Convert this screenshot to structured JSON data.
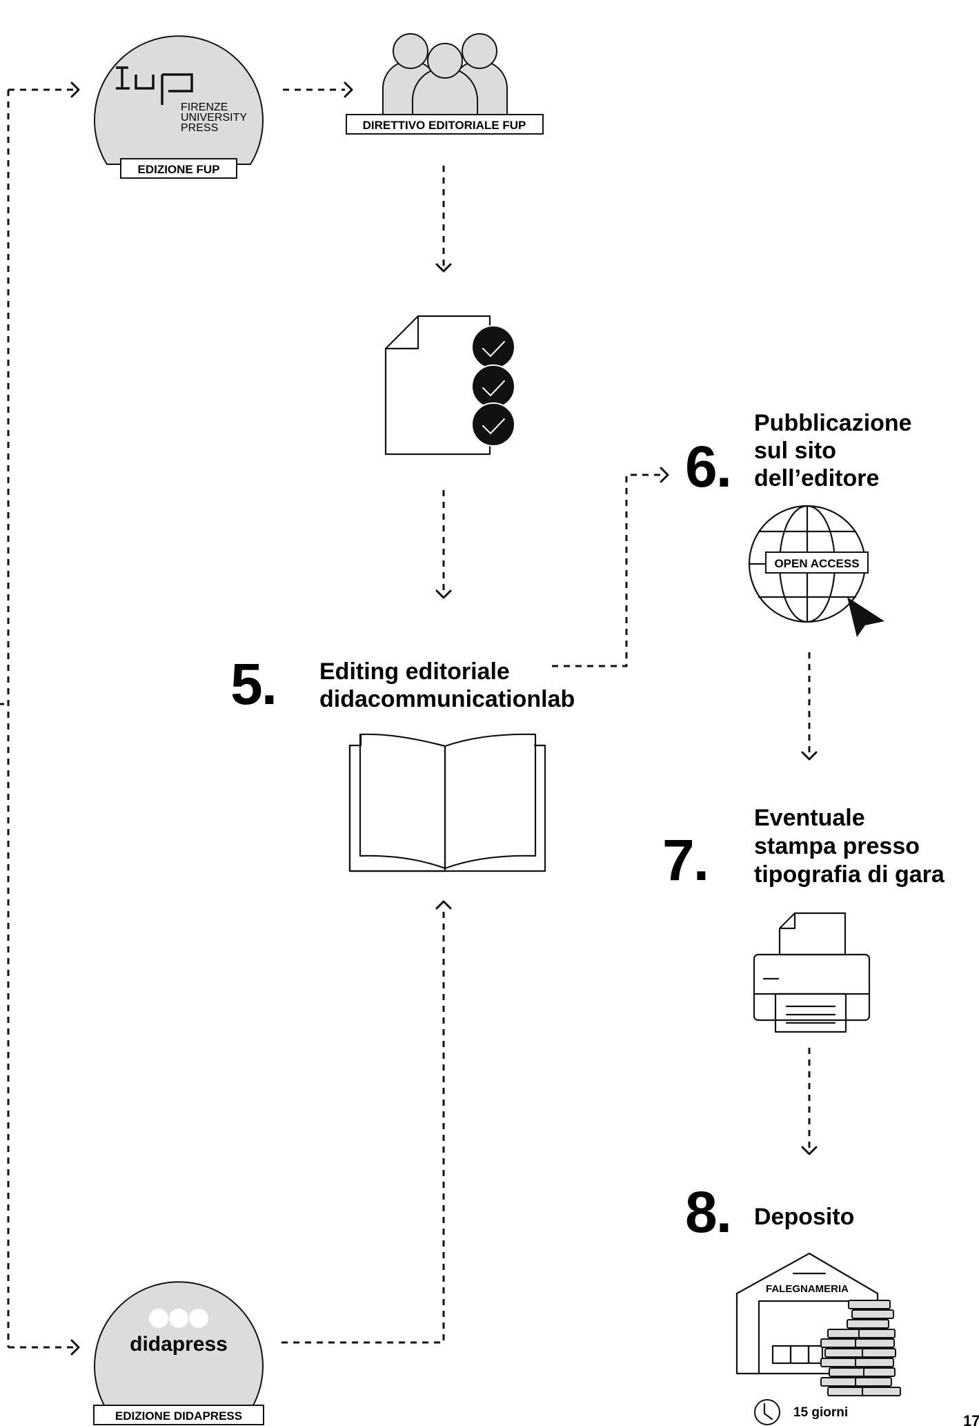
{
  "nodes": {
    "fup_logo": {
      "mark": "fup",
      "name_lines": [
        "FIRENZE",
        "UNIVERSITY",
        "PRESS"
      ],
      "label": "EDIZIONE FUP"
    },
    "direttivo": {
      "label": "DIRETTIVO EDITORIALE FUP"
    },
    "didapress": {
      "name": "didapress",
      "label": "EDIZIONE DIDAPRESS"
    },
    "open_access": {
      "label": "OPEN ACCESS"
    },
    "warehouse": {
      "label": "FALEGNAMERIA",
      "duration": "15 giorni"
    }
  },
  "steps": [
    {
      "number": "5.",
      "lines": [
        "Editing editoriale",
        "didacommunicationlab"
      ]
    },
    {
      "number": "6.",
      "lines": [
        "Pubblicazione",
        "sul sito",
        "dell’editore"
      ]
    },
    {
      "number": "7.",
      "lines": [
        "Eventuale",
        "stampa presso",
        "tipografia di gara"
      ]
    },
    {
      "number": "8.",
      "lines": [
        "Deposito"
      ]
    }
  ],
  "page_number": "17",
  "icons": [
    "fup-logo-icon",
    "group-people-icon",
    "document-checks-icon",
    "open-book-icon",
    "globe-icon",
    "cursor-icon",
    "printer-icon",
    "warehouse-icon",
    "clock-icon",
    "didapress-logo-icon"
  ]
}
